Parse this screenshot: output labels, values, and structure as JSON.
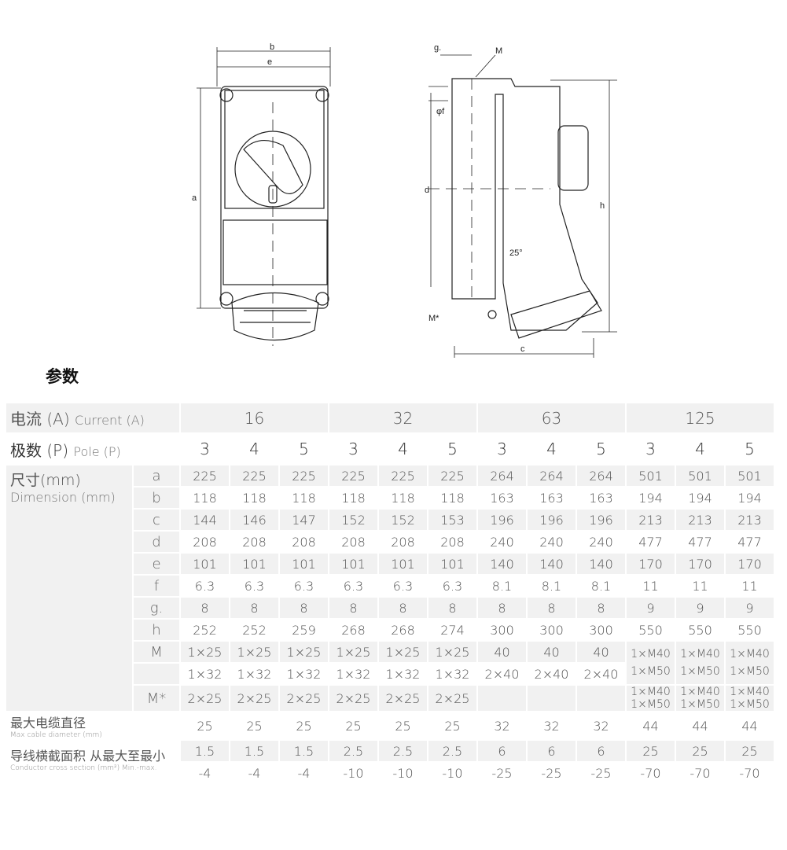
{
  "drawing_labels": {
    "b": "b",
    "e": "e",
    "a": "a",
    "g": "g.",
    "M": "M",
    "phi_f": "φf",
    "d": "d",
    "h": "h",
    "M_star": "M*",
    "c": "c",
    "angle": "25°"
  },
  "section_title": "参数",
  "table": {
    "current_label_cn": "电流 (A)",
    "current_label_en": "Current (A)",
    "currents": [
      "16",
      "32",
      "63",
      "125"
    ],
    "pole_label_cn": "极数 (P)",
    "pole_label_en": "Pole (P)",
    "poles": [
      "3",
      "4",
      "5",
      "3",
      "4",
      "5",
      "3",
      "4",
      "5",
      "3",
      "4",
      "5"
    ],
    "dimension_label_cn": "尺寸(mm)",
    "dimension_label_en": "Dimension (mm)",
    "rows": [
      {
        "key": "a",
        "values": [
          "225",
          "225",
          "225",
          "225",
          "225",
          "225",
          "264",
          "264",
          "264",
          "501",
          "501",
          "501"
        ]
      },
      {
        "key": "b",
        "values": [
          "118",
          "118",
          "118",
          "118",
          "118",
          "118",
          "163",
          "163",
          "163",
          "194",
          "194",
          "194"
        ]
      },
      {
        "key": "c",
        "values": [
          "144",
          "146",
          "147",
          "152",
          "152",
          "153",
          "196",
          "196",
          "196",
          "213",
          "213",
          "213"
        ]
      },
      {
        "key": "d",
        "values": [
          "208",
          "208",
          "208",
          "208",
          "208",
          "208",
          "240",
          "240",
          "240",
          "477",
          "477",
          "477"
        ]
      },
      {
        "key": "e",
        "values": [
          "101",
          "101",
          "101",
          "101",
          "101",
          "101",
          "140",
          "140",
          "140",
          "170",
          "170",
          "170"
        ]
      },
      {
        "key": "f",
        "values": [
          "6.3",
          "6.3",
          "6.3",
          "6.3",
          "6.3",
          "6.3",
          "8.1",
          "8.1",
          "8.1",
          "11",
          "11",
          "11"
        ]
      },
      {
        "key": "g.",
        "values": [
          "8",
          "8",
          "8",
          "8",
          "8",
          "8",
          "8",
          "8",
          "8",
          "9",
          "9",
          "9"
        ]
      },
      {
        "key": "h",
        "values": [
          "252",
          "252",
          "259",
          "268",
          "268",
          "274",
          "300",
          "300",
          "300",
          "550",
          "550",
          "550"
        ]
      }
    ],
    "M_key": "M",
    "M_row1": [
      "1×25",
      "1×25",
      "1×25",
      "1×25",
      "1×25",
      "1×25",
      "40",
      "40",
      "40"
    ],
    "M_row2": [
      "1×32",
      "1×32",
      "1×32",
      "1×32",
      "1×32",
      "1×32",
      "2×40",
      "2×40",
      "2×40"
    ],
    "M_125": [
      "1×M40",
      "1×M50"
    ],
    "Mstar_key": "M*",
    "Mstar_row": [
      "2×25",
      "2×25",
      "2×25",
      "2×25",
      "2×25",
      "2×25",
      "",
      "",
      ""
    ],
    "Mstar_125": [
      "1×M40",
      "1×M50"
    ],
    "max_cable_cn": "最大电缆直径",
    "max_cable_en": "Max cable diameter (mm)",
    "max_cable": [
      "25",
      "25",
      "25",
      "25",
      "25",
      "25",
      "32",
      "32",
      "32",
      "44",
      "44",
      "44"
    ],
    "conductor_cn": "导线横截面积 从最大至最小",
    "conductor_en": "Conductor cross section (mm²) Min.-max.",
    "conductor_max": [
      "1.5",
      "1.5",
      "1.5",
      "2.5",
      "2.5",
      "2.5",
      "6",
      "6",
      "6",
      "25",
      "25",
      "25"
    ],
    "conductor_min": [
      "-4",
      "-4",
      "-4",
      "-10",
      "-10",
      "-10",
      "-25",
      "-25",
      "-25",
      "-70",
      "-70",
      "-70"
    ]
  }
}
